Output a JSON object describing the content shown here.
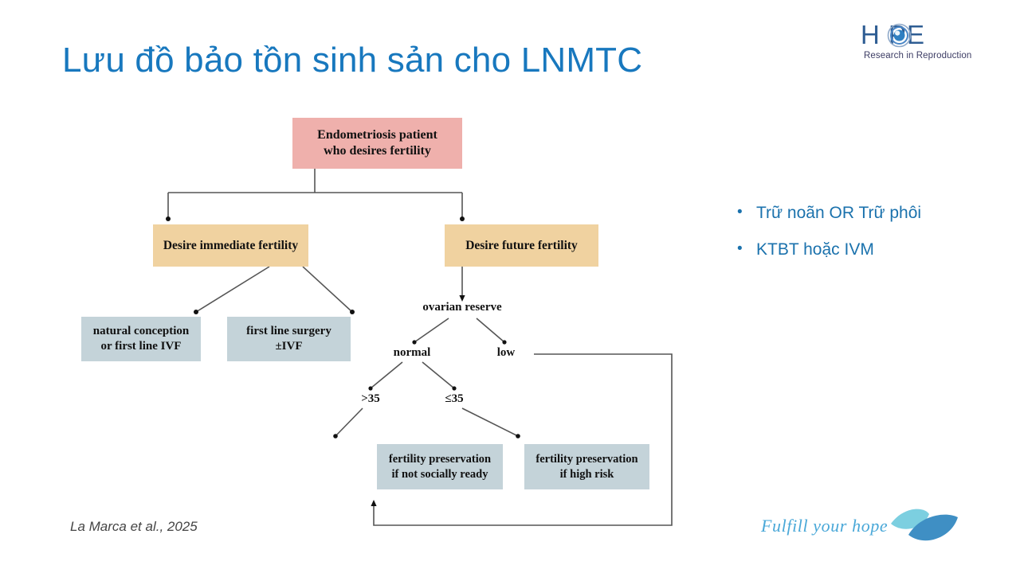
{
  "slide": {
    "title": "Lưu đồ bảo tồn sinh sản cho LNMTC",
    "citation": "La Marca et al., 2025",
    "title_color": "#1878be",
    "background": "#ffffff"
  },
  "logo": {
    "word": "H PE",
    "letters_before_eye": "H",
    "letters_after_eye": "PE",
    "tagline": "Research in Reproduction",
    "eye_icon": "eye-circle-icon",
    "word_color": "#2e5d93",
    "tagline_color": "#3c3c64"
  },
  "footer": {
    "tagline": "Fulfill your hope",
    "tagline_color": "#4aa8d8",
    "mark_icon": "petal-leaf-mark-icon"
  },
  "flowchart": {
    "type": "decision-tree",
    "colors": {
      "root": "#efb0ac",
      "branch": "#f0d2a0",
      "outcome": "#c4d3d9",
      "connector": "#555555"
    },
    "nodes": [
      {
        "id": "root",
        "kind": "box",
        "style": "pink",
        "lines": [
          "Endometriosis patient",
          "who desires fertility"
        ]
      },
      {
        "id": "immediate",
        "kind": "box",
        "style": "tan",
        "lines": [
          "Desire immediate fertility"
        ]
      },
      {
        "id": "future",
        "kind": "box",
        "style": "tan",
        "lines": [
          "Desire future fertility"
        ]
      },
      {
        "id": "natural",
        "kind": "box",
        "style": "blue",
        "lines": [
          "natural conception",
          "or first line IVF"
        ]
      },
      {
        "id": "surgery",
        "kind": "box",
        "style": "blue",
        "lines": [
          "first line surgery",
          "±IVF"
        ]
      },
      {
        "id": "ovarian-reserve",
        "kind": "label",
        "lines": [
          "ovarian reserve"
        ]
      },
      {
        "id": "normal",
        "kind": "label",
        "lines": [
          "normal"
        ]
      },
      {
        "id": "low",
        "kind": "label",
        "lines": [
          "low"
        ]
      },
      {
        "id": "age-over-35",
        "kind": "label",
        "lines": [
          ">35"
        ]
      },
      {
        "id": "age-under-35",
        "kind": "label",
        "lines": [
          "≤35"
        ]
      },
      {
        "id": "fp-social",
        "kind": "box",
        "style": "blue",
        "lines": [
          "fertility preservation",
          "if not socially ready"
        ]
      },
      {
        "id": "fp-highrisk",
        "kind": "box",
        "style": "blue",
        "lines": [
          "fertility preservation",
          "if high risk"
        ]
      }
    ],
    "edges": [
      {
        "from": "root",
        "to": "immediate"
      },
      {
        "from": "root",
        "to": "future"
      },
      {
        "from": "immediate",
        "to": "natural"
      },
      {
        "from": "immediate",
        "to": "surgery"
      },
      {
        "from": "future",
        "to": "ovarian-reserve"
      },
      {
        "from": "ovarian-reserve",
        "to": "normal"
      },
      {
        "from": "ovarian-reserve",
        "to": "low"
      },
      {
        "from": "normal",
        "to": "age-over-35"
      },
      {
        "from": "normal",
        "to": "age-under-35"
      },
      {
        "from": "age-over-35",
        "to": "fp-social"
      },
      {
        "from": "age-under-35",
        "to": "fp-highrisk"
      },
      {
        "from": "low",
        "to": "fp-social"
      }
    ]
  },
  "bullets": {
    "color": "#1b72ad",
    "items": [
      {
        "text": "Trữ noãn OR Trữ phôi"
      },
      {
        "text": "KTBT hoặc IVM"
      }
    ]
  }
}
